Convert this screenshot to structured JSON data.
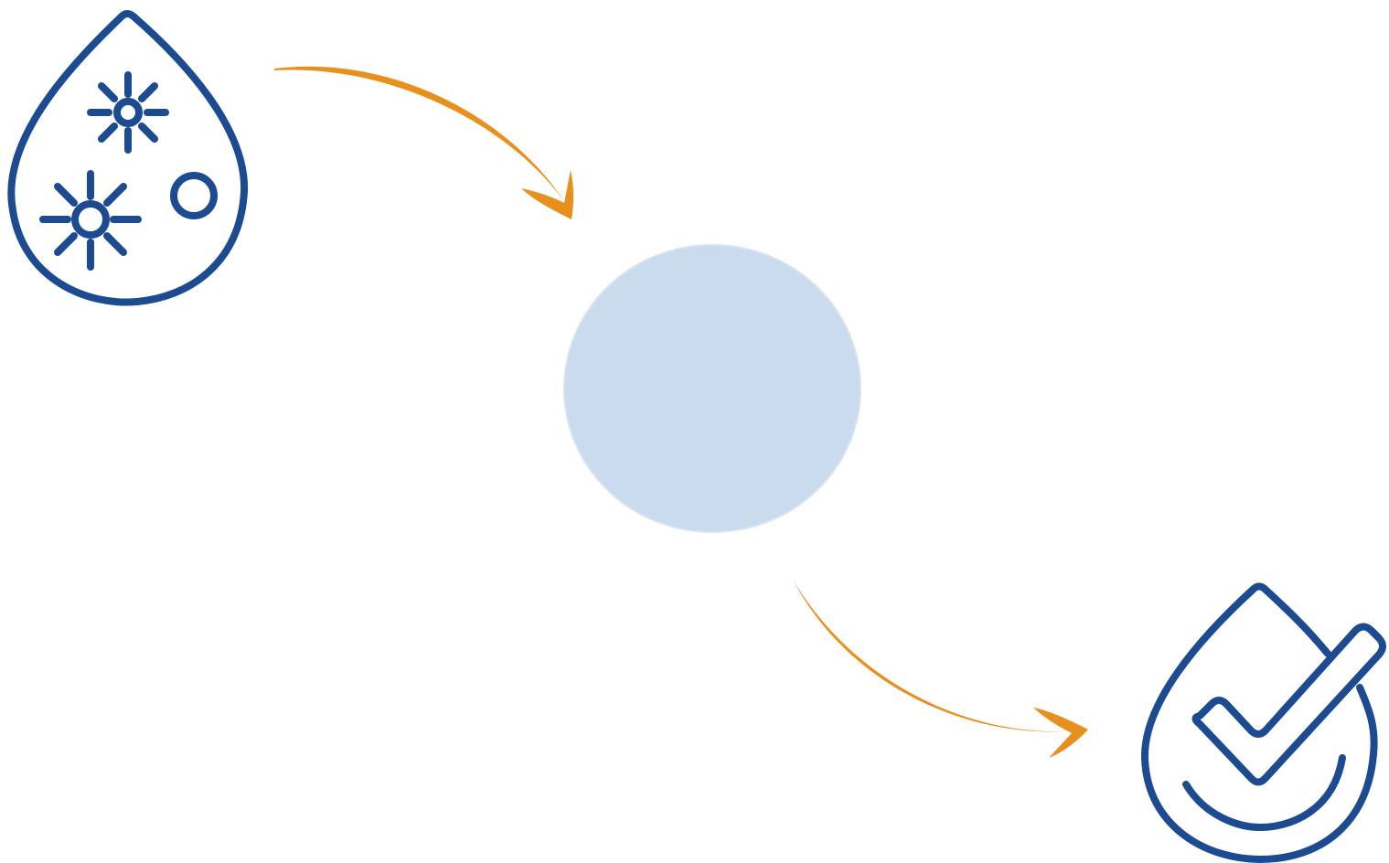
{
  "diagram": {
    "nodes": [
      {
        "id": "contaminated-water",
        "icon": "water-drop-with-germs-icon",
        "color": "#1c4b91"
      },
      {
        "id": "filter-membrane",
        "icon": "filter-disc-icon",
        "color": "#c9dbec"
      },
      {
        "id": "clean-water",
        "icon": "water-drop-with-checkmark-icon",
        "color": "#1c4b91"
      }
    ],
    "edges": [
      {
        "from": "contaminated-water",
        "to": "filter-membrane",
        "icon": "curved-arrow-icon",
        "color": "#e8901e"
      },
      {
        "from": "filter-membrane",
        "to": "clean-water",
        "icon": "curved-arrow-icon",
        "color": "#e8901e"
      }
    ]
  }
}
